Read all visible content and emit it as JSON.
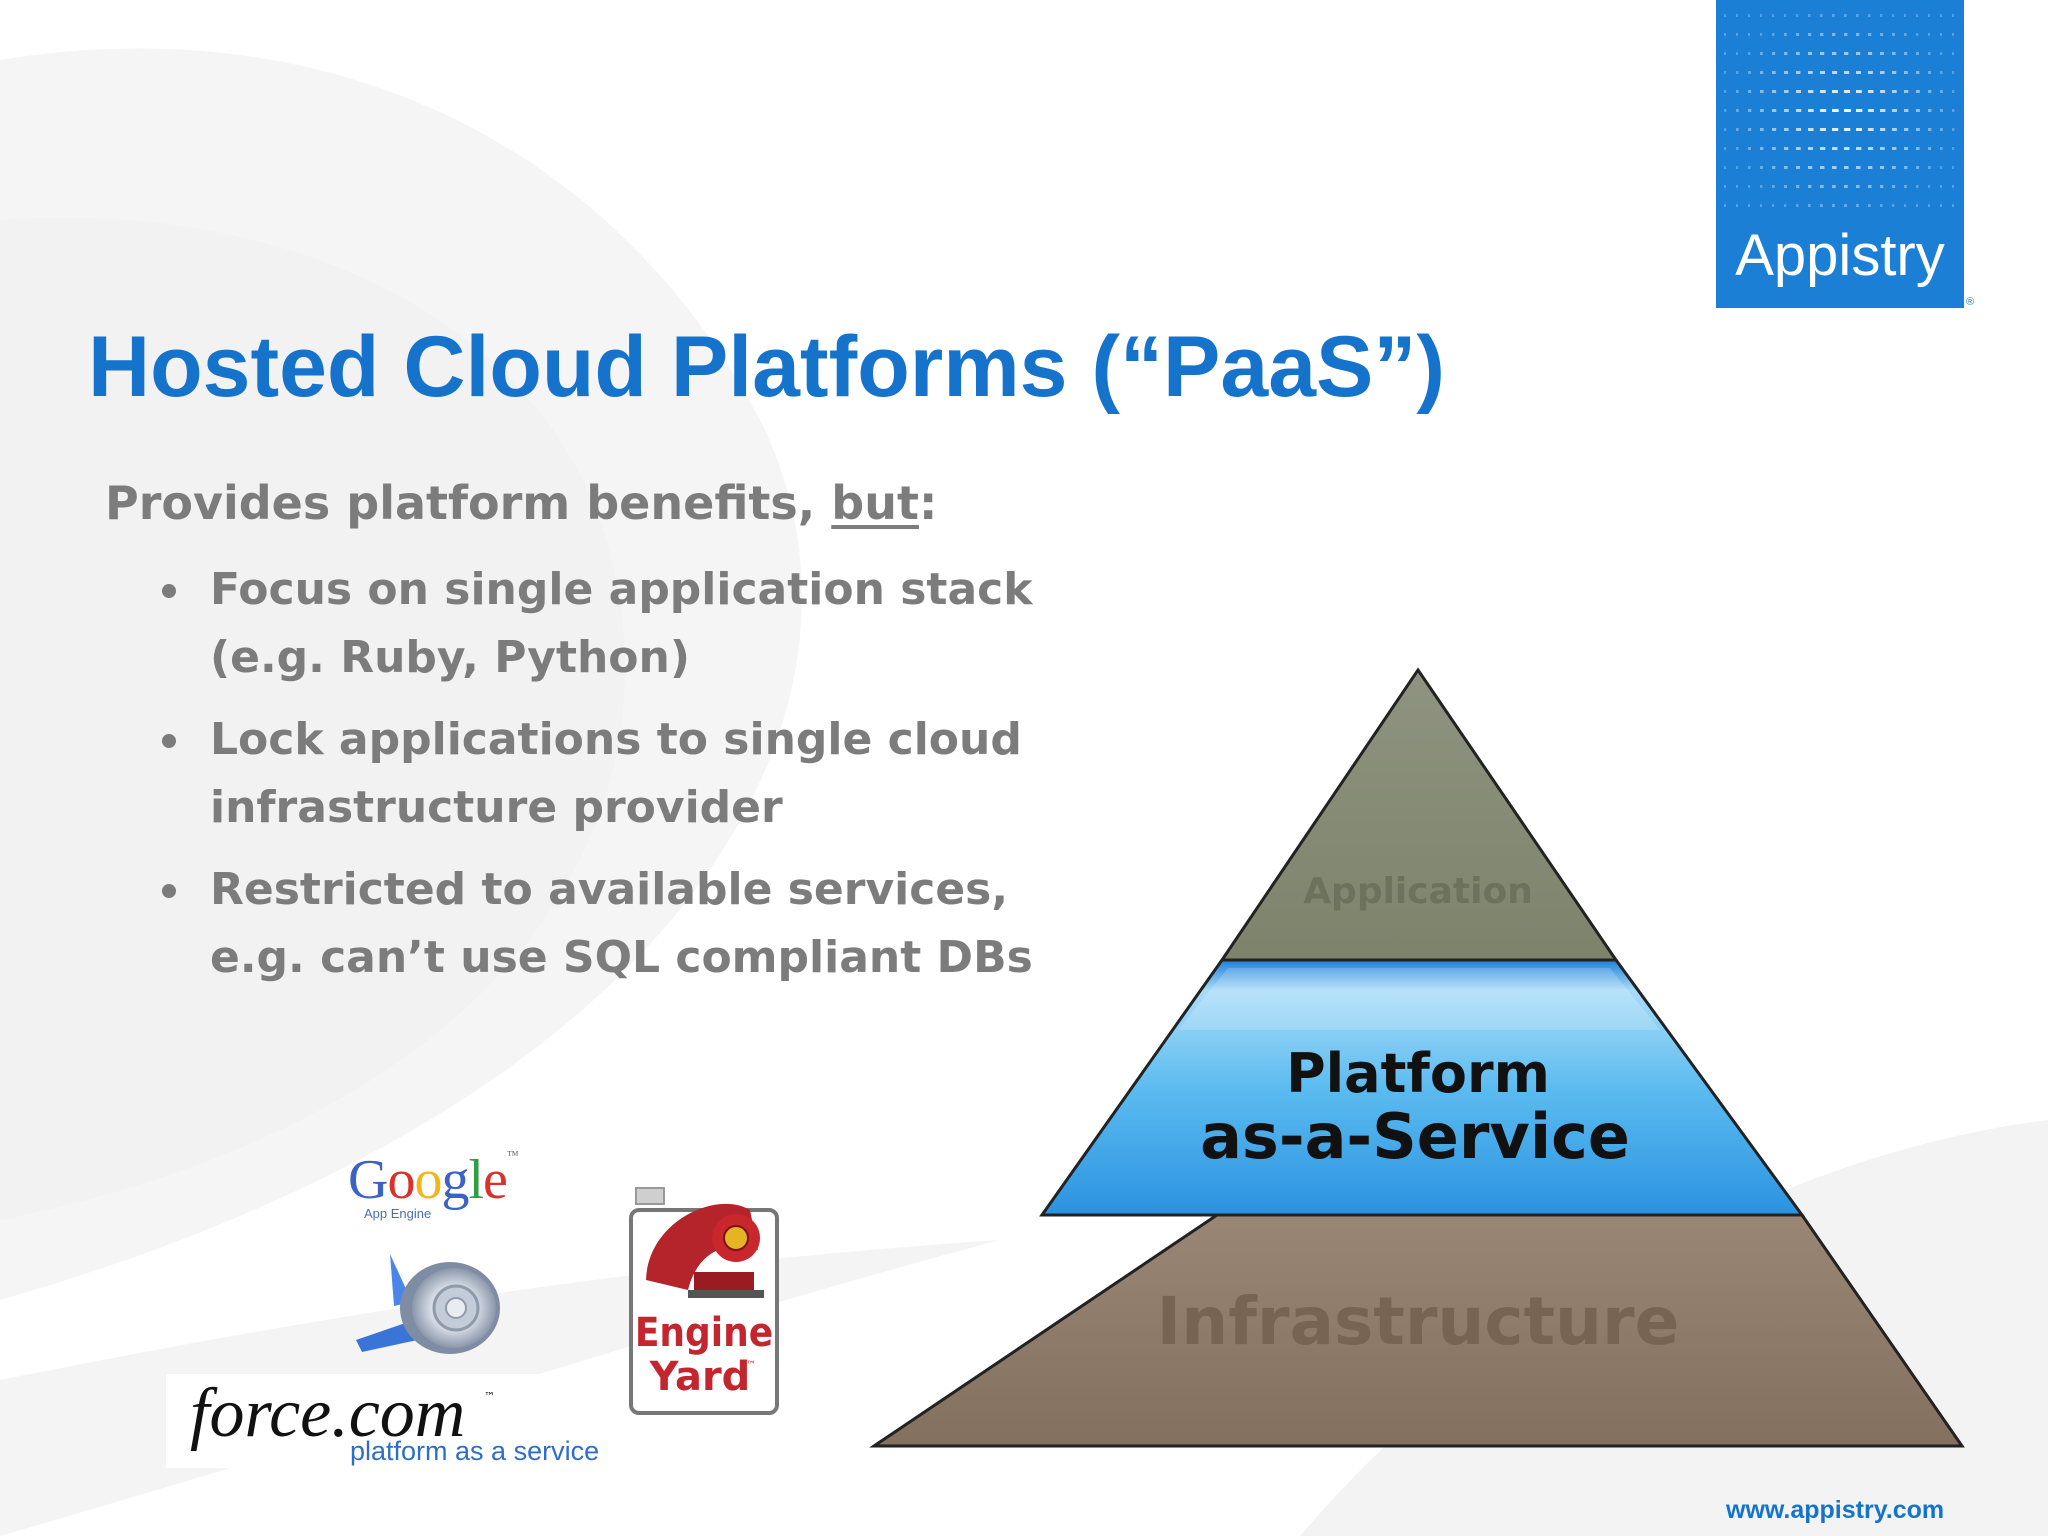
{
  "slide": {
    "title": "Hosted Cloud Platforms (“PaaS”)",
    "lead_text": "Provides platform benefits, ",
    "lead_underlined": "but",
    "lead_colon": ":",
    "bullets": [
      "Focus on single application stack (e.g. Ruby, Python)",
      "Lock applications to single cloud infrastructure provider",
      "Restricted to available services, e.g. can’t use SQL compliant DBs"
    ],
    "footer_url": "www.appistry.com"
  },
  "logo": {
    "name": "Appistry",
    "registered": "®",
    "color": "#1c7fd6"
  },
  "pyramid": {
    "tiers": {
      "top": "Application",
      "middle_line1": "Platform",
      "middle_line2": "as-a-Service",
      "bottom": "Infrastructure"
    },
    "colors": {
      "top": "#858a72",
      "middle": "#3aa0e6",
      "bottom": "#8c7b6a"
    }
  },
  "vendor_logos": {
    "google": {
      "letters": [
        "G",
        "o",
        "o",
        "g",
        "l",
        "e"
      ],
      "letter_colors": [
        "#3b63c4",
        "#d9322a",
        "#f2b51c",
        "#3b63c4",
        "#2f9e44",
        "#d9322a"
      ],
      "trademark": "™",
      "subtitle": "App Engine"
    },
    "app_engine_icon": "jet-engine-icon",
    "force": {
      "word": "force.com",
      "trademark": "™",
      "subtitle": "platform as a service"
    },
    "engine_yard": {
      "line1": "Engine",
      "line2": "Yard",
      "trademark": "™"
    }
  }
}
